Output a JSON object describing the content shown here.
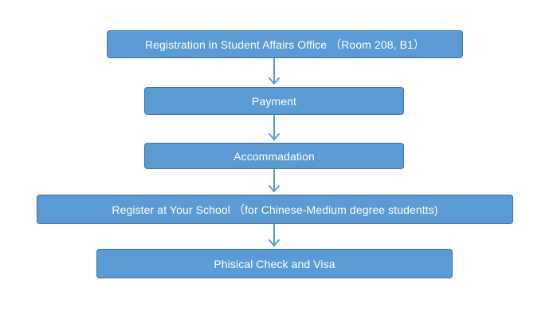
{
  "flowchart": {
    "steps": [
      {
        "label": "Registration in Student Affairs Office （Room 208, B1）"
      },
      {
        "label": "Payment"
      },
      {
        "label": "Accommadation"
      },
      {
        "label": "Register at Your School （for Chinese-Medium degree studentts)"
      },
      {
        "label": "Phisical Check and Visa"
      }
    ],
    "colors": {
      "box_fill": "#5b9bd5",
      "box_border": "#41719c",
      "arrow": "#5b9bd5",
      "text": "#ffffff"
    }
  }
}
